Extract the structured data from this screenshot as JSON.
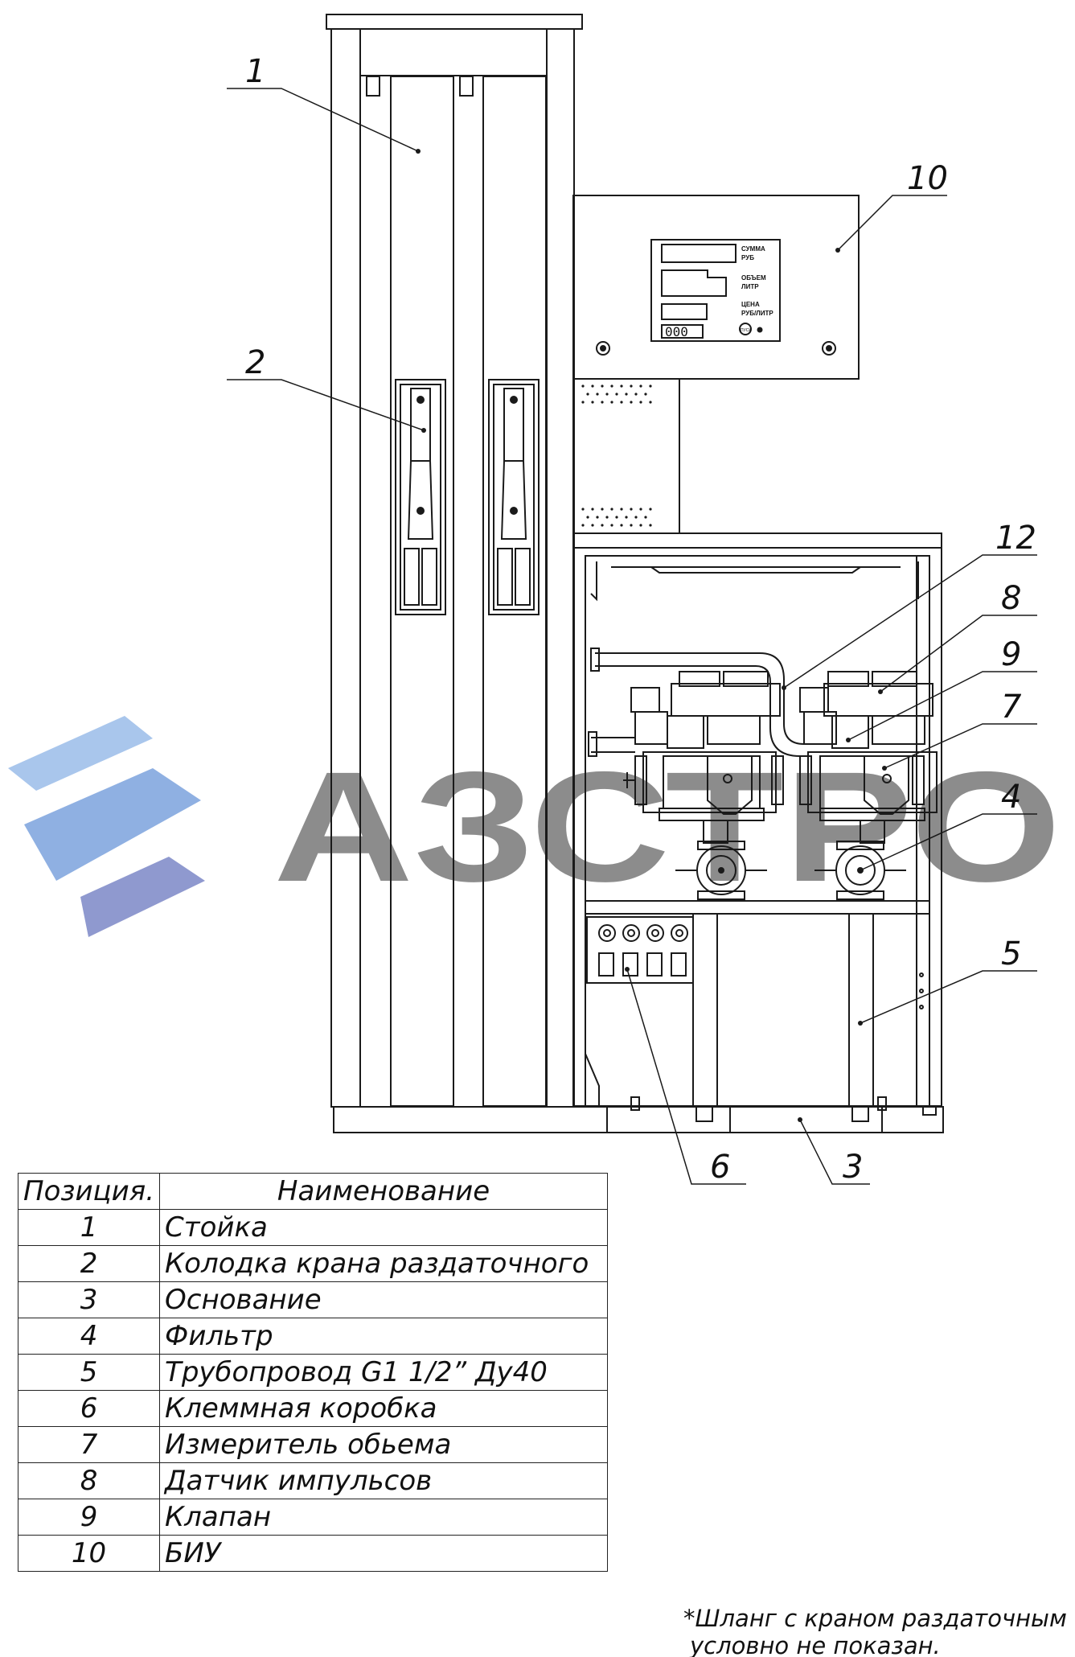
{
  "callouts": [
    "1",
    "2",
    "10",
    "12",
    "8",
    "9",
    "7",
    "4",
    "5",
    "6",
    "3"
  ],
  "watermark": "АЗСТРО",
  "display_labels": {
    "sum_line1": "СУММА",
    "sum_line2": "РУБ",
    "volume_line1": "ОБЪЕМ",
    "volume_line2": "ЛИТР",
    "price_line1": "ЦЕНА",
    "price_line2": "РУБ/ЛИТР",
    "counter": "000",
    "button": "ПУСК"
  },
  "legend": {
    "header_pos": "Позиция.",
    "header_name": "Наименование",
    "rows": [
      {
        "pos": "1",
        "name": "Стойка"
      },
      {
        "pos": "2",
        "name": "Колодка крана раздаточного"
      },
      {
        "pos": "3",
        "name": "Основание"
      },
      {
        "pos": "4",
        "name": "Фильтр"
      },
      {
        "pos": "5",
        "name": "Трубопровод G1 1/2” Ду40"
      },
      {
        "pos": "6",
        "name": "Клеммная коробка"
      },
      {
        "pos": "7",
        "name": "Измеритель обьема"
      },
      {
        "pos": "8",
        "name": "Датчик импульсов"
      },
      {
        "pos": "9",
        "name": "Клапан"
      },
      {
        "pos": "10",
        "name": "БИУ"
      }
    ]
  },
  "note": {
    "line1": "*Шланг с краном раздаточным",
    "line2": "условно не показан."
  },
  "colors": {
    "line": "#1a1a1a",
    "watermark_text": "#8c8c8c",
    "logo_light": "#a9c6ec",
    "logo_mid": "#8fb0e2",
    "logo_dark": "#8f99cf"
  }
}
